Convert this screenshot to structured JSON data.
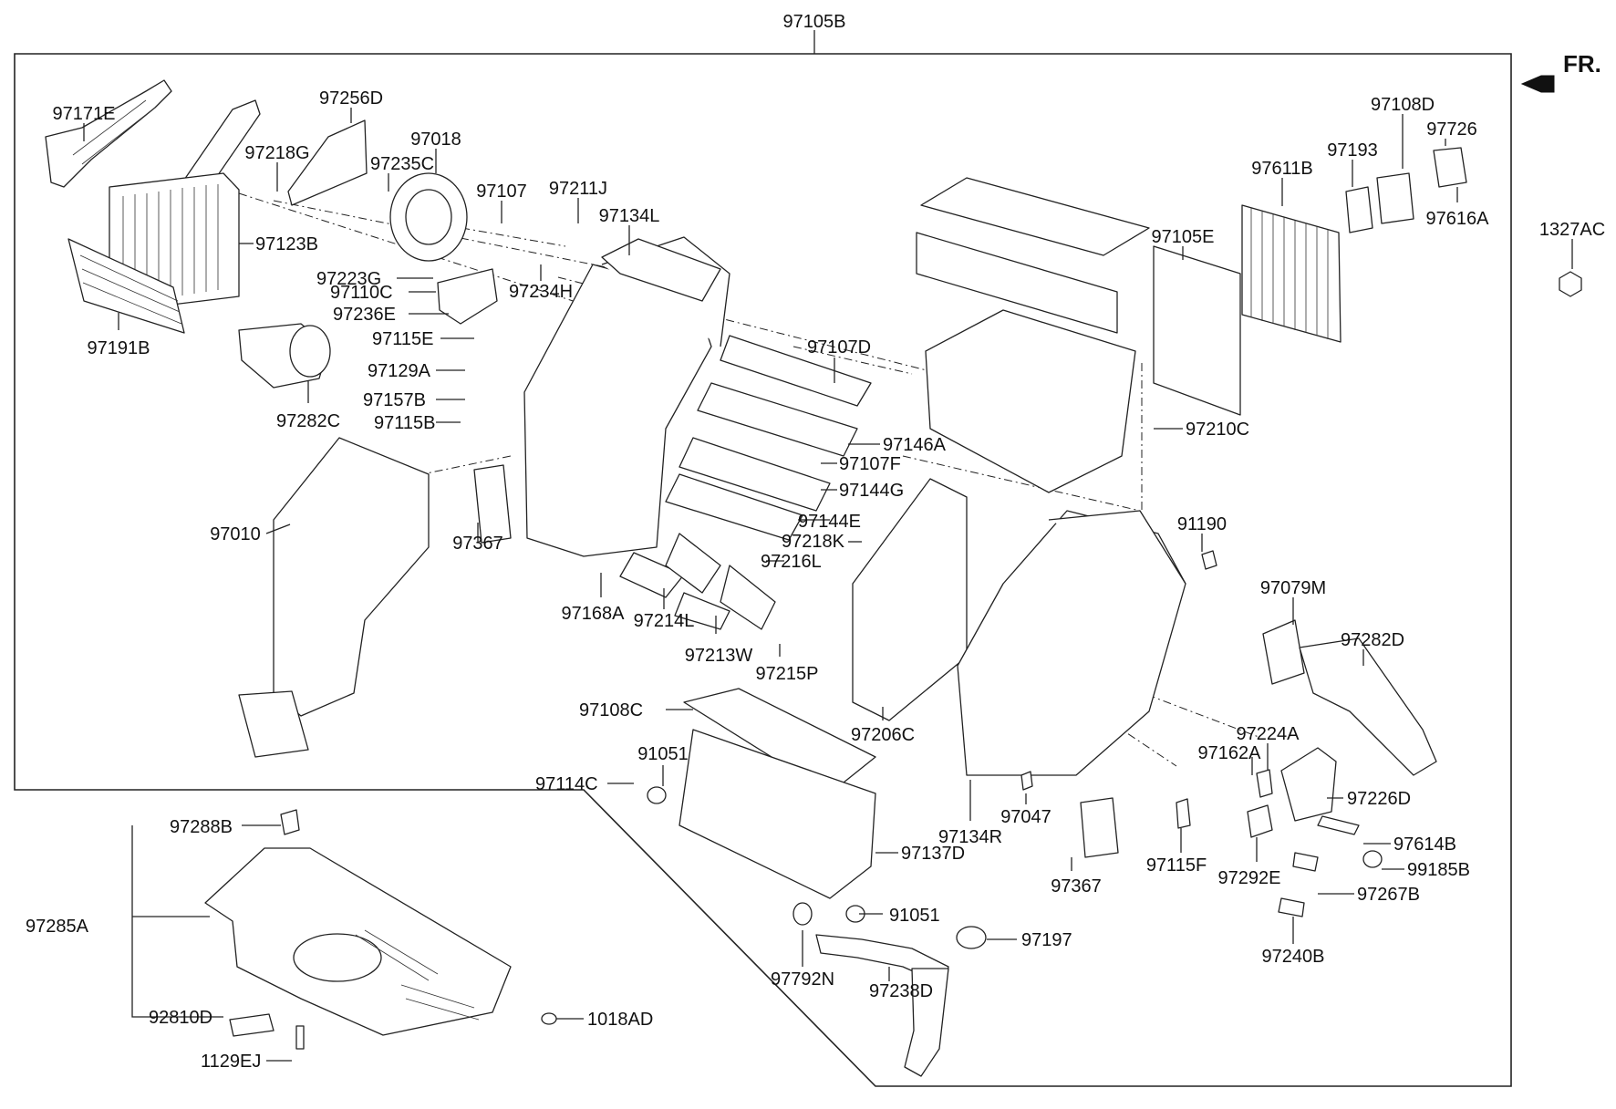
{
  "diagram": {
    "assembly_number": "97105B",
    "direction_label": "FR.",
    "part_labels": [
      "97105B",
      "97171E",
      "97256D",
      "97018",
      "97218G",
      "97235C",
      "97107",
      "97211J",
      "97134L",
      "97123B",
      "97191B",
      "97223G",
      "97110C",
      "97236E",
      "97234H",
      "97115E",
      "97129A",
      "97157B",
      "97115B",
      "97282C",
      "97107D",
      "97146A",
      "97107F",
      "97144G",
      "97144E",
      "97218K",
      "97216L",
      "97010",
      "97367",
      "97168A",
      "97214L",
      "97213W",
      "97215P",
      "97206C",
      "97108C",
      "91051",
      "97114C",
      "97134R",
      "97047",
      "97367",
      "97137D",
      "91051",
      "97792N",
      "97238D",
      "97197",
      "97288B",
      "97285A",
      "92810D",
      "1018AD",
      "1129EJ",
      "97108D",
      "97726",
      "97193",
      "97611B",
      "97616A",
      "1327AC",
      "97105E",
      "97210C",
      "91190",
      "97079M",
      "97282D",
      "97224A",
      "97162A",
      "97226D",
      "97614B",
      "97115F",
      "97292E",
      "99185B",
      "97267B",
      "97240B"
    ]
  }
}
